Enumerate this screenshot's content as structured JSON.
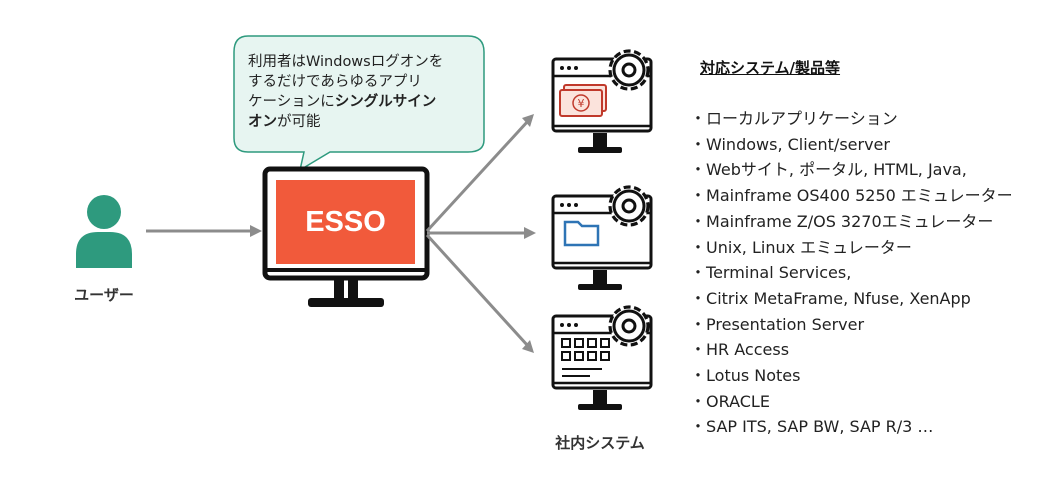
{
  "bubble": {
    "line1": "利用者はWindowsログオンを",
    "line2": "するだけであらゆるアプリ",
    "line3_prefix": "ケーションに",
    "line3_bold": "シングルサイン",
    "line4_bold": "オン",
    "line4_suffix": "が可能"
  },
  "user": {
    "label": "ユーザー"
  },
  "esso": {
    "label": "ESSO"
  },
  "internal": {
    "label": "社内システム"
  },
  "systems": {
    "title": "対応システム/製品等",
    "items": [
      "ローカルアプリケーション",
      "Windows, Client/server",
      "Webサイト, ポータル, HTML, Java,",
      "Mainframe OS400 5250 エミュレーター",
      "Mainframe Z/OS 3270エミュレーター",
      "Unix, Linux エミュレーター",
      "Terminal Services,",
      "Citrix MetaFrame, Nfuse, XenApp",
      "Presentation Server",
      "HR Access",
      "Lotus Notes",
      "ORACLE",
      "SAP ITS, SAP BW, SAP R/3 …"
    ]
  },
  "icons": {
    "user": "user-icon",
    "monitor": "monitor-icon",
    "gear": "gear-icon",
    "money": "money-icon",
    "folder": "folder-icon",
    "grid": "app-grid-icon"
  },
  "colors": {
    "user": "#2e9a7e",
    "esso": "#f15a3b",
    "bubble_fill": "#e7f5f1",
    "bubble_stroke": "#2e9a7e",
    "arrow": "#8c8c8c",
    "folder": "#2e74b5",
    "money": "#c0392b",
    "money_fill": "#fbe3dc"
  }
}
